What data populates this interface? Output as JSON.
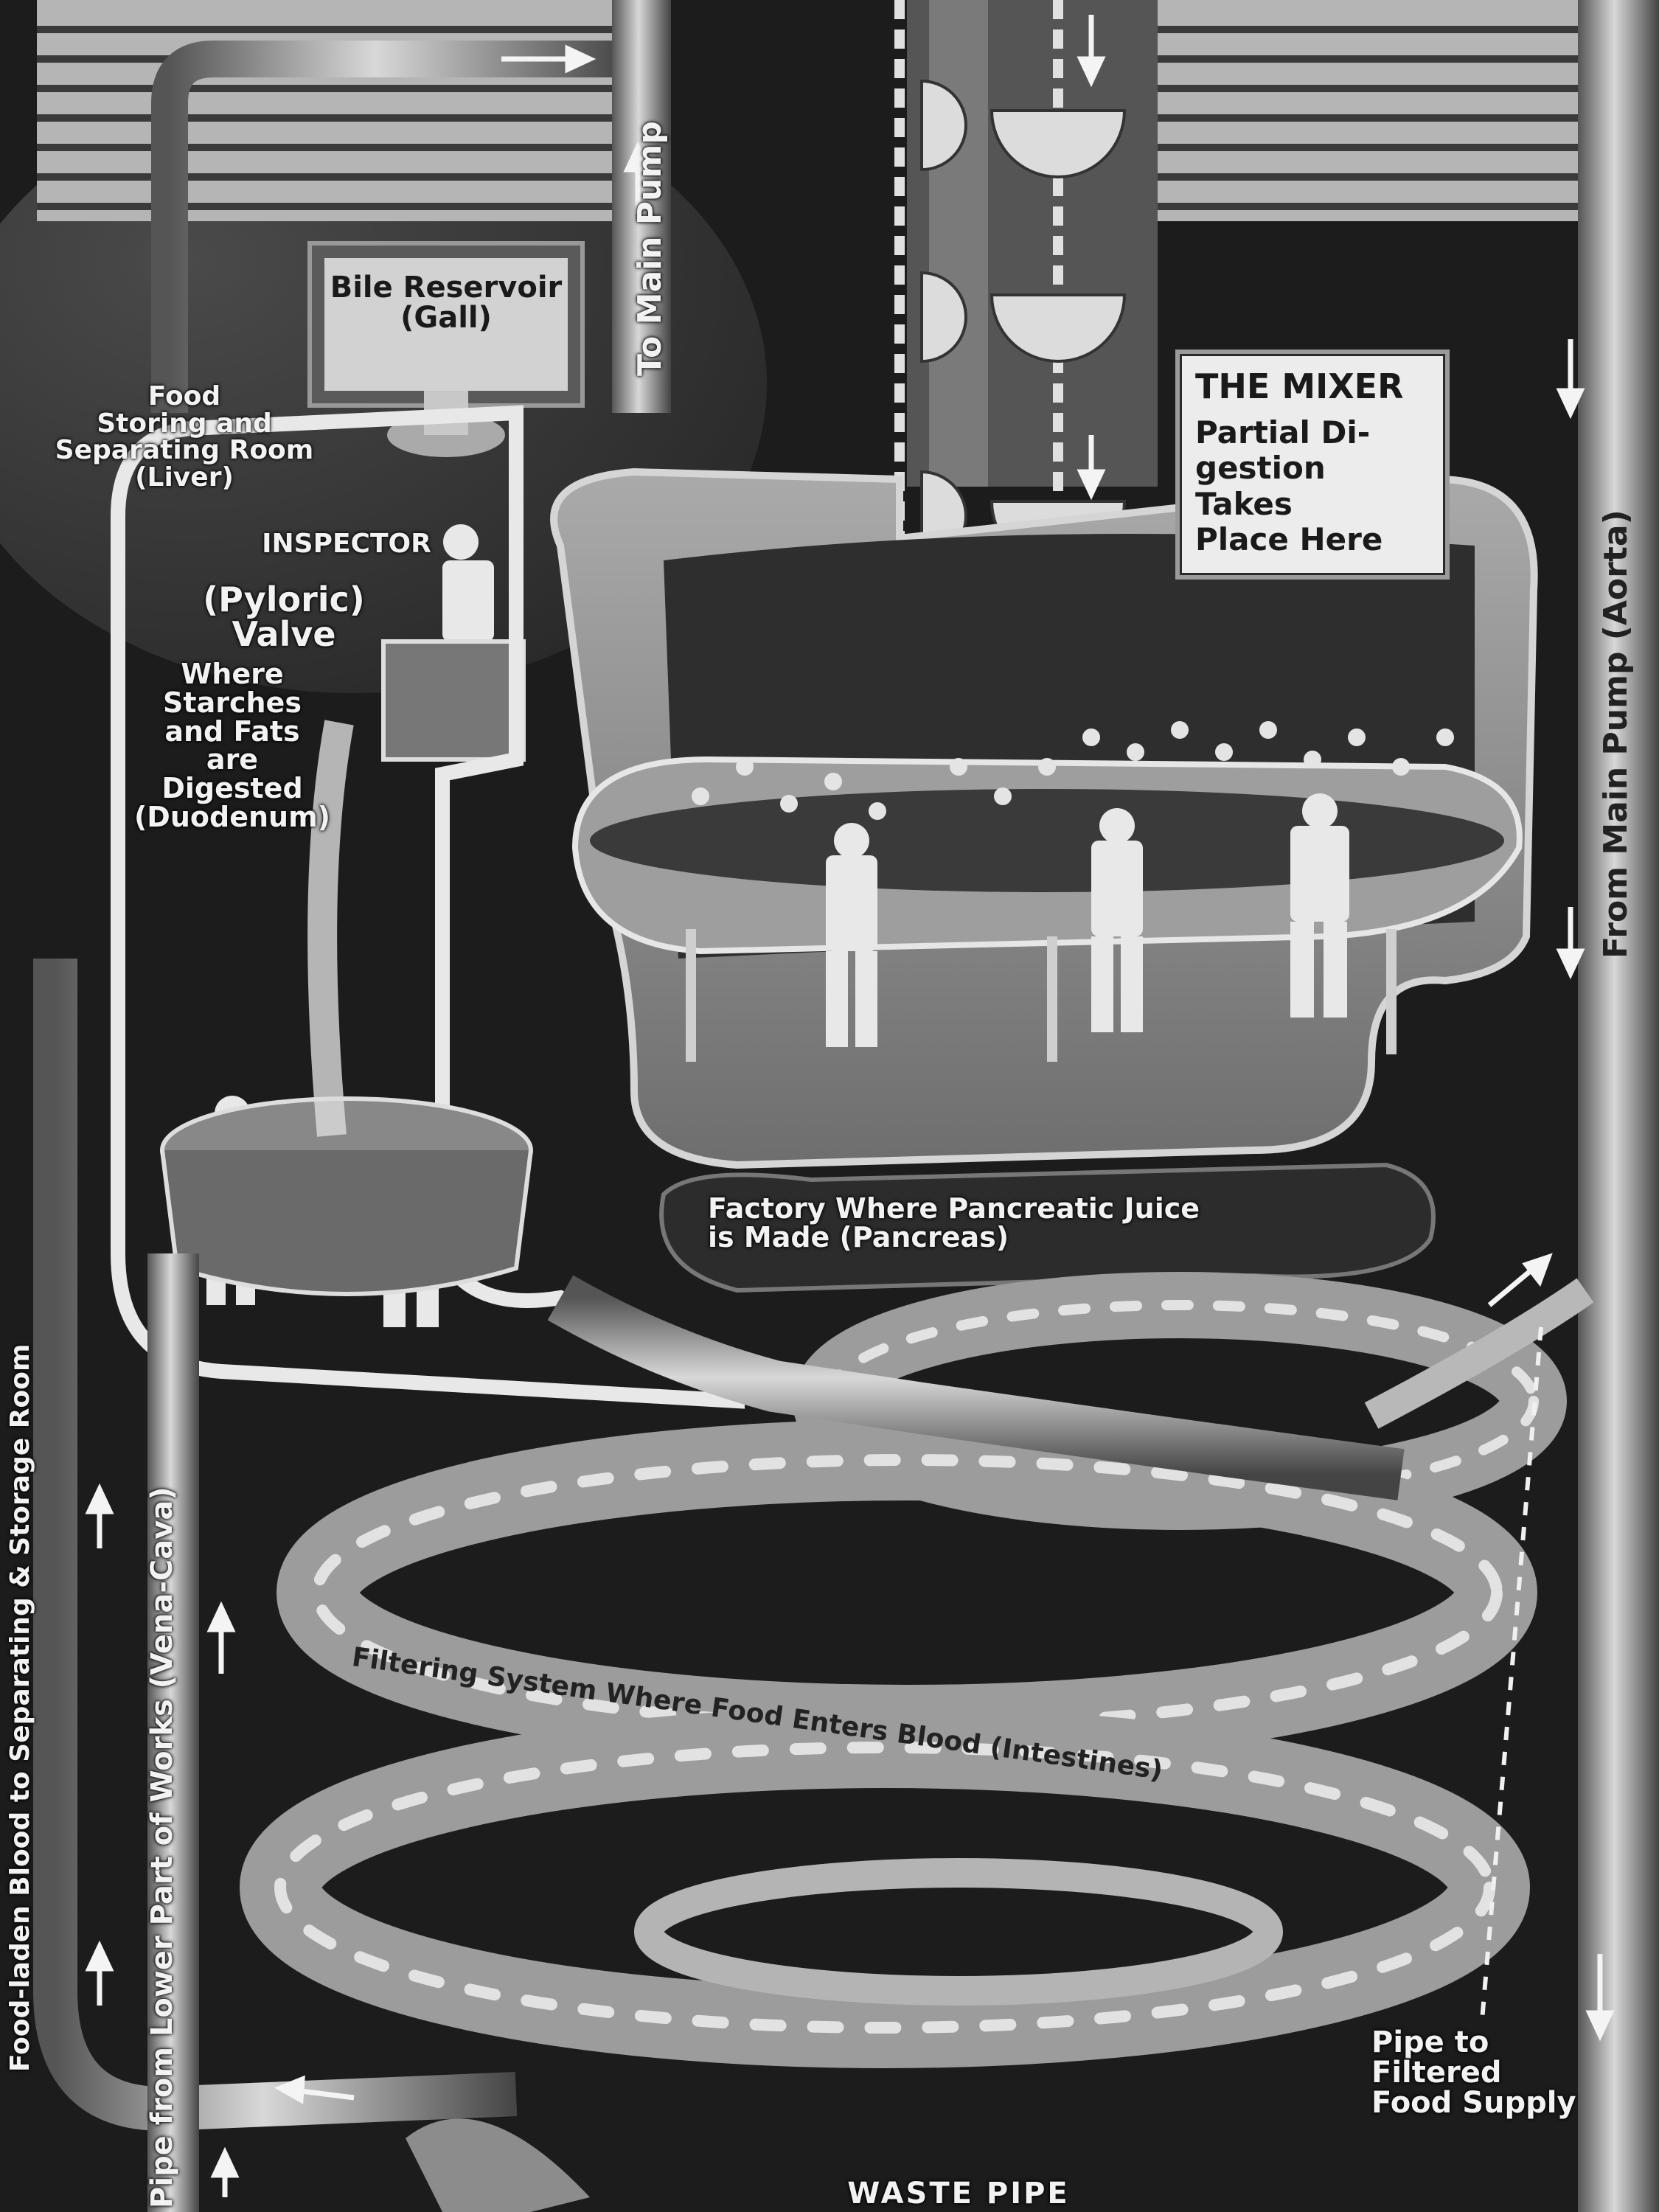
{
  "labels": {
    "to_main_pump": "To Main Pump",
    "bile_reservoir": "Bile Reservoir\n(Gall)",
    "food_storing_room": "Food\nStoring and\nSeparating Room\n(Liver)",
    "the_mixer_title": "THE MIXER",
    "the_mixer_desc": "Partial Di-\ngestion Takes\nPlace Here",
    "inspector": "INSPECTOR",
    "pyloric_valve": "(Pyloric)\nValve",
    "duodenum": "Where\nStarches\nand Fats\nare\nDigested\n(Duodenum)",
    "from_main_pump": "From Main Pump (Aorta)",
    "pancreas": "Factory Where Pancreatic Juice\nis Made (Pancreas)",
    "intestines": "Filtering System Where Food Enters Blood (Intestines)",
    "food_laden_blood": "Food-laden Blood to Separating & Storage Room",
    "vena_cava": "Pipe from Lower Part of Works\n(Vena-Cava)",
    "filtered_food_supply": "Pipe to\nFiltered\nFood Supply",
    "waste_pipe": "WASTE PIPE"
  },
  "colors": {
    "background": "#1c1c1c",
    "machinery": "#8a8a8a",
    "light_metal": "#d6d6d6",
    "sign": "#ececec",
    "label_text": "#f2f2f2"
  }
}
